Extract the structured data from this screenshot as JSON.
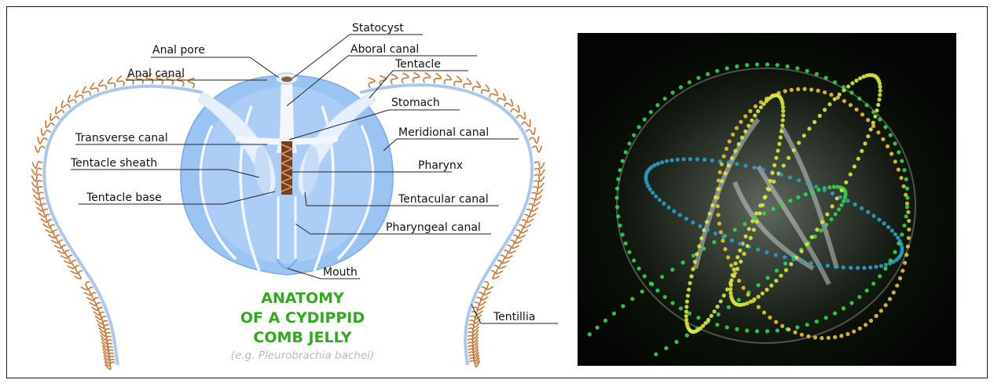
{
  "diagram": {
    "labels": {
      "statocyst": "Statocyst",
      "anal_pore": "Anal pore",
      "aboral_canal": "Aboral canal",
      "tentacle": "Tentacle",
      "anal_canal": "Anal canal",
      "stomach": "Stomach",
      "transverse_canal": "Transverse canal",
      "meridional_canal": "Meridional canal",
      "tentacle_sheath": "Tentacle sheath",
      "pharynx": "Pharynx",
      "tentacle_base": "Tentacle base",
      "tentacular_canal": "Tentacular canal",
      "pharyngeal_canal": "Pharyngeal canal",
      "mouth": "Mouth",
      "tentillia": "Tentillia"
    },
    "title_lines": [
      "ANATOMY",
      "OF A CYDIPPID",
      "COMB JELLY"
    ],
    "subtitle": "(e.g. Pleurobrachia bachei)"
  },
  "colors": {
    "body_blue": "#9cc4f3",
    "canal_white": "#f3f7fd",
    "tentacle_blue": "#a8c8ef",
    "tentillia_brown": "#c8773a",
    "title_green": "#2faa1c",
    "pharynx_brown": "#7a3d1e"
  },
  "photo": {
    "subject": "comb jelly render",
    "comb_row_colors": [
      "#2fd84a",
      "#d8e83a",
      "#2aa0c8",
      "#e8c428"
    ]
  }
}
